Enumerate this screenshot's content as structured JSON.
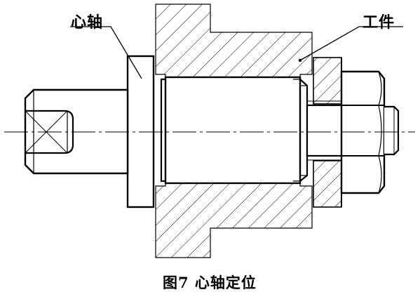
{
  "labels": {
    "mandrel": "心轴",
    "workpiece": "工件"
  },
  "caption": "图7  心轴定位"
}
